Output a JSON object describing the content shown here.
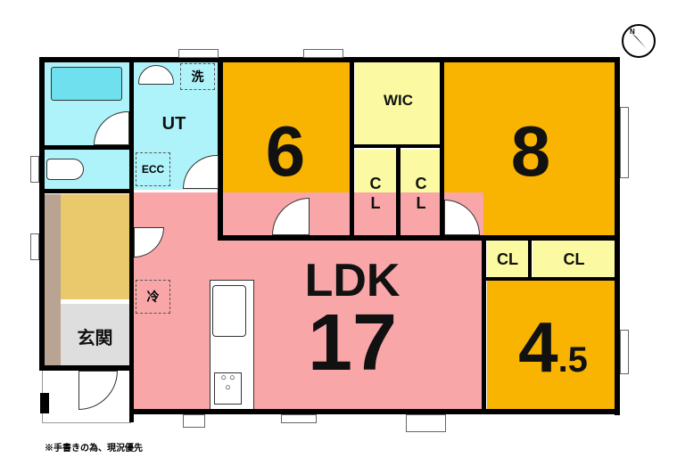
{
  "rooms": {
    "ut": "UT",
    "wash": "洗",
    "ecc": "ECC",
    "room6": "6",
    "room8": "8",
    "wic": "WIC",
    "cl1": "C\nL",
    "cl2": "C\nL",
    "cl3": "CL",
    "cl4": "CL",
    "ldk_name": "LDK",
    "ldk_size": "17",
    "room45_int": "4",
    "room45_dec": ".5",
    "fridge": "冷",
    "entrance": "玄関"
  },
  "footnote": "※手書きの為、現況優先",
  "compass": "N",
  "colors": {
    "orange": "#f8b400",
    "pink": "#f9a6a8",
    "cyan": "#aef3fa",
    "pale_yellow": "#fbfaa2",
    "gold": "#e9c96c",
    "taupe": "#b9a392",
    "gray": "#dedede"
  }
}
